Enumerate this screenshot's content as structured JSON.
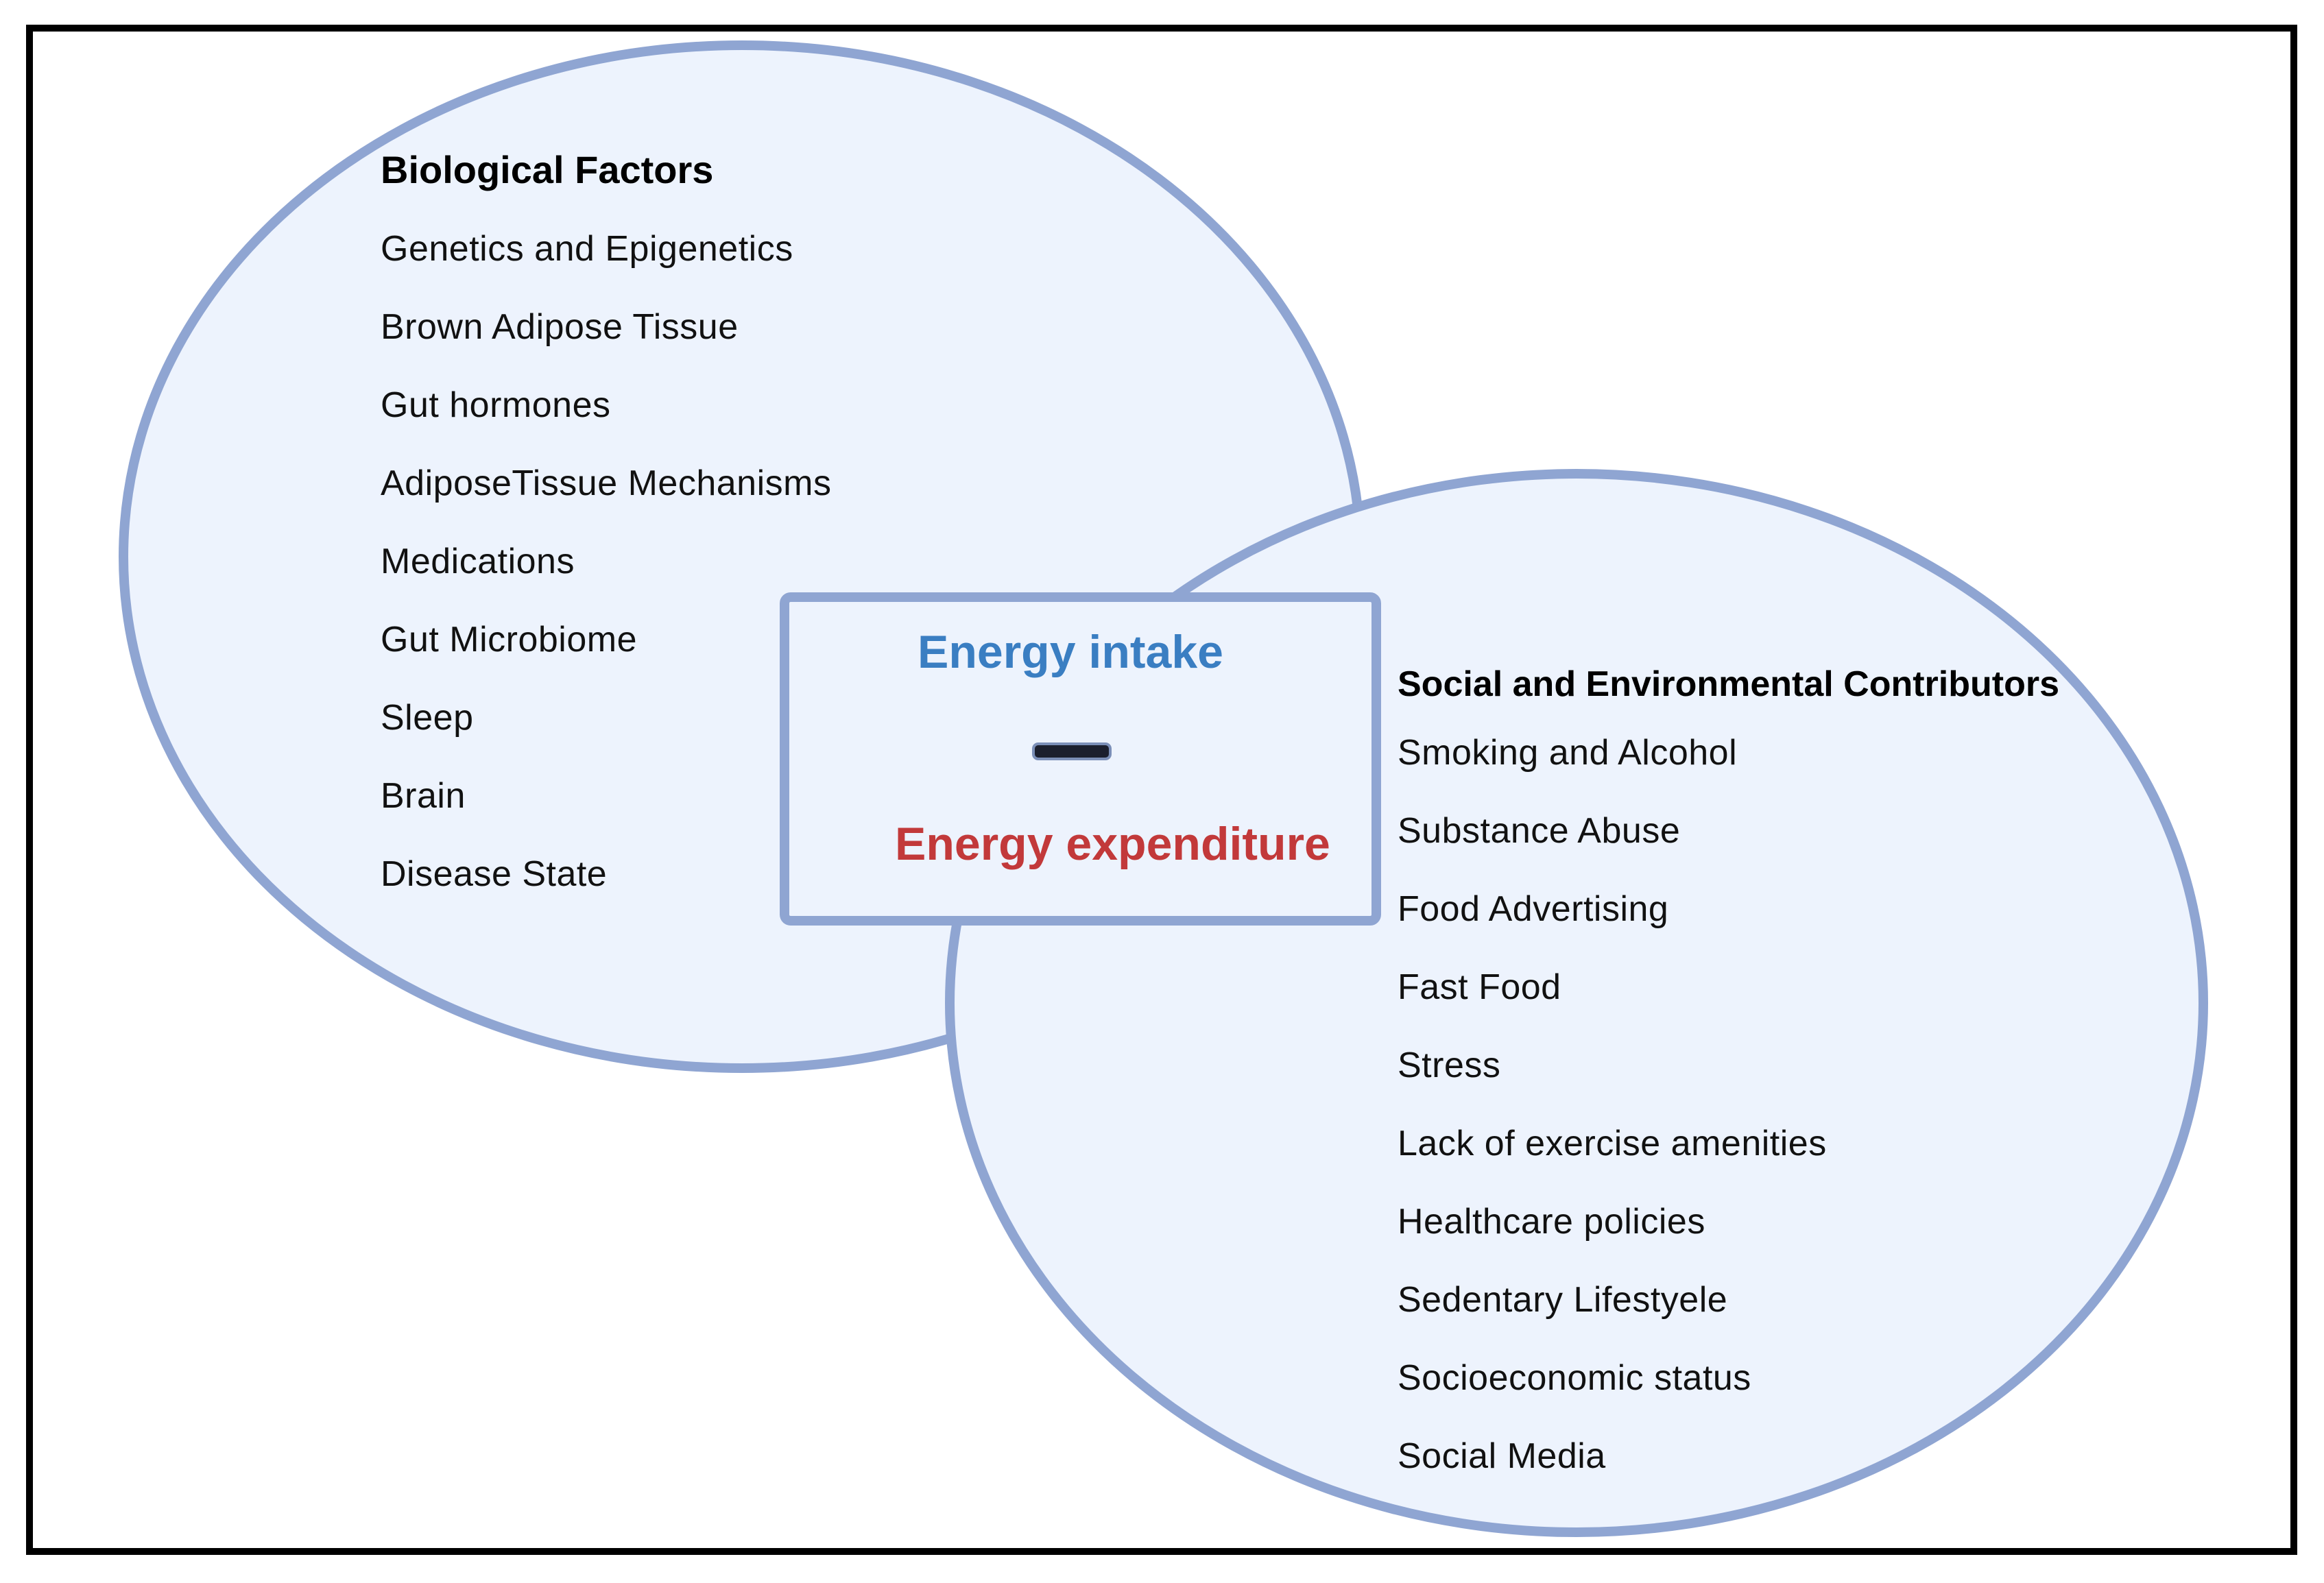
{
  "biological": {
    "heading": "Biological Factors",
    "items": [
      "Genetics and Epigenetics",
      "Brown Adipose Tissue",
      "Gut hormones",
      "AdiposeTissue Mechanisms",
      "Medications",
      "Gut Microbiome",
      "Sleep",
      "Brain",
      "Disease State"
    ]
  },
  "social": {
    "heading": "Social and Environmental Contributors",
    "items": [
      "Smoking and Alcohol",
      "Substance Abuse",
      "Food Advertising",
      "Fast Food",
      "Stress",
      "Lack of exercise amenities",
      "Healthcare policies",
      "Sedentary Lifestyele",
      "Socioeconomic status",
      "Social Media"
    ]
  },
  "center": {
    "intake": "Energy intake",
    "expenditure": "Energy expenditure",
    "operator_icon": "minus-icon"
  },
  "colors": {
    "ellipse_fill": "#edf3fd",
    "ellipse_stroke": "#8fa5d2",
    "intake": "#3a7ec2",
    "expenditure": "#c2393a"
  }
}
